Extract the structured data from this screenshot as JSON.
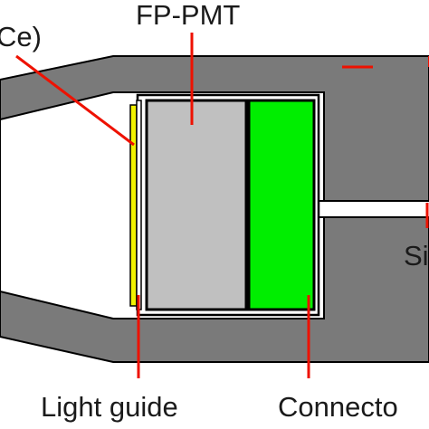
{
  "labels": {
    "scintillator": "Ce)",
    "pmt": "FP-PMT",
    "light_guide": "Light guide",
    "connector": "Connecto",
    "cable": "Si"
  },
  "colors": {
    "housing": "#7a7a7a",
    "pmt_body": "#c0c0c0",
    "connector": "#00ee00",
    "scintillator_plate": "#f2f200",
    "leader_lines": "#ee1100",
    "outline": "#000000",
    "background": "#ffffff"
  }
}
